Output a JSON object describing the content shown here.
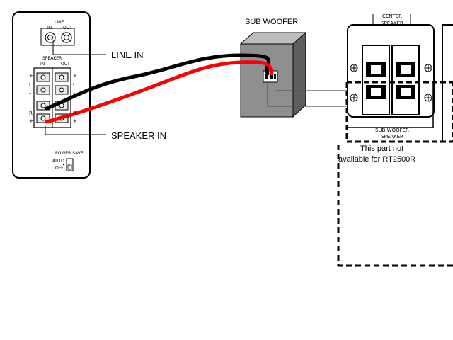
{
  "rear_panel": {
    "line_heading": "LINE",
    "line_in_jack": "IN",
    "line_out_jack": "OUT",
    "speaker_heading": "SPEAKER",
    "speaker_in_col": "IN",
    "speaker_out_col": "OUT",
    "left_channel": "L",
    "right_channel": "R",
    "plus": "+",
    "minus": "–",
    "power_save_heading": "POWER SAVE",
    "power_save_auto": "AUTO",
    "power_save_off": "OFF"
  },
  "callouts": {
    "line_in": "LINE IN",
    "speaker_in": "SPEAKER IN"
  },
  "subwoofer": {
    "title": "SUB WOOFER"
  },
  "speaker_terminals": {
    "center_label_line1": "CENTER",
    "center_label_line2": "SPEAKER",
    "sub_label_line1": "SUB WOOFER",
    "sub_label_line2": "SPEAKER",
    "note_line1": "This part not",
    "note_line2": "available for RT2500R"
  },
  "colors": {
    "positive_wire": "#ff0000",
    "negative_wire": "#000000",
    "subwoofer_box": "#8f8f8f",
    "subwoofer_top": "#bdbdbd",
    "subwoofer_side": "#5e5e5e"
  }
}
